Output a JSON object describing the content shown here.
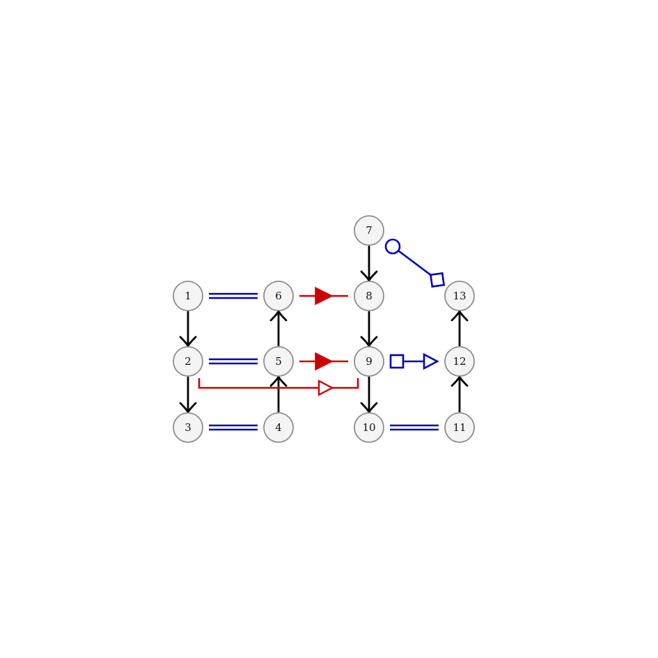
{
  "nodes": [
    {
      "id": "1",
      "label": "1"
    },
    {
      "id": "2",
      "label": "2"
    },
    {
      "id": "3",
      "label": "3"
    },
    {
      "id": "4",
      "label": "4"
    },
    {
      "id": "5",
      "label": "5"
    },
    {
      "id": "6",
      "label": "6"
    },
    {
      "id": "7",
      "label": "7"
    },
    {
      "id": "8",
      "label": "8"
    },
    {
      "id": "9",
      "label": "9"
    },
    {
      "id": "10",
      "label": "10"
    },
    {
      "id": "11",
      "label": "11"
    },
    {
      "id": "12",
      "label": "12"
    },
    {
      "id": "13",
      "label": "13"
    }
  ],
  "edges": [
    {
      "from": "1",
      "to": "2",
      "style": "arrow",
      "color": "#000000"
    },
    {
      "from": "2",
      "to": "3",
      "style": "arrow",
      "color": "#000000"
    },
    {
      "from": "4",
      "to": "5",
      "style": "arrow",
      "color": "#000000"
    },
    {
      "from": "5",
      "to": "6",
      "style": "arrow",
      "color": "#000000"
    },
    {
      "from": "7",
      "to": "8",
      "style": "arrow",
      "color": "#000000"
    },
    {
      "from": "8",
      "to": "9",
      "style": "arrow",
      "color": "#000000"
    },
    {
      "from": "9",
      "to": "10",
      "style": "arrow",
      "color": "#000000"
    },
    {
      "from": "11",
      "to": "12",
      "style": "arrow",
      "color": "#000000"
    },
    {
      "from": "12",
      "to": "13",
      "style": "arrow",
      "color": "#000000"
    },
    {
      "from": "1",
      "to": "6",
      "style": "double-line",
      "color": "#0000bb"
    },
    {
      "from": "2",
      "to": "5",
      "style": "double-line",
      "color": "#0000bb"
    },
    {
      "from": "3",
      "to": "4",
      "style": "double-line",
      "color": "#0000bb"
    },
    {
      "from": "10",
      "to": "11",
      "style": "double-line",
      "color": "#0000bb"
    },
    {
      "from": "6",
      "to": "8",
      "style": "filled-triangle",
      "color": "#cc0000"
    },
    {
      "from": "5",
      "to": "9",
      "style": "filled-triangle",
      "color": "#cc0000"
    },
    {
      "from": "2",
      "to": "9",
      "style": "bracket-open-triangle",
      "color": "#cc0000"
    },
    {
      "from": "9",
      "to": "12",
      "style": "square-open-triangle",
      "color": "#0000bb"
    },
    {
      "from": "7",
      "to": "13",
      "style": "circle-diamond",
      "color": "#0000bb"
    }
  ],
  "colors": {
    "node_fill": "#f4f4f4",
    "node_stroke": "#8c8c8c",
    "black": "#000000",
    "blue": "#0000bb",
    "red": "#cc0000"
  }
}
